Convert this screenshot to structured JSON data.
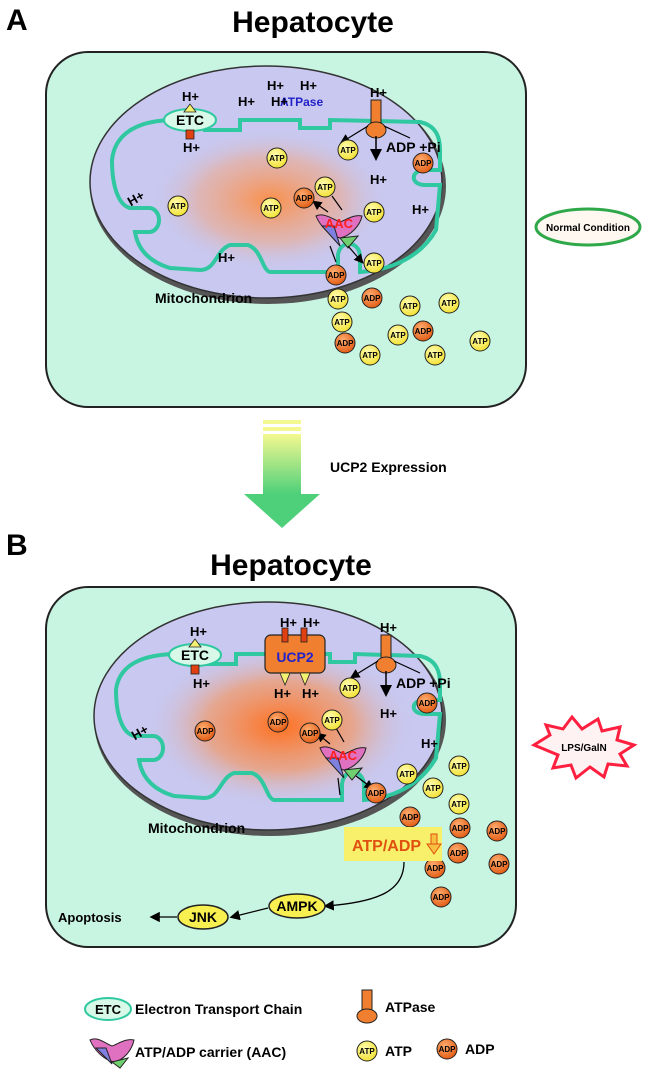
{
  "panelA": {
    "letter": "A",
    "title": "Hepatocyte",
    "condition": "Normal Condition",
    "mito_label": "Mitochondrion",
    "etc": "ETC",
    "atpase": "ATPase",
    "adp_pi": "ADP +Pi",
    "hplus": "H+",
    "aac": "AAC"
  },
  "transition": {
    "label": "UCP2 Expression"
  },
  "panelB": {
    "letter": "B",
    "title": "Hepatocyte",
    "stimulus": "LPS/GalN",
    "mito_label": "Mitochondrion",
    "etc": "ETC",
    "ucp2": "UCP2",
    "adp_pi": "ADP +Pi",
    "hplus": "H+",
    "aac": "AAC",
    "ratio": "ATP/ADP",
    "ampk": "AMPK",
    "jnk": "JNK",
    "apoptosis": "Apoptosis"
  },
  "molecules": {
    "atp": "ATP",
    "adp": "ADP"
  },
  "legend": {
    "etc_icon": "ETC",
    "etc_text": "Electron Transport Chain",
    "atpase_text": "ATPase",
    "aac_text": "ATP/ADP carrier (AAC)",
    "atp_text": "ATP",
    "adp_text": "ADP"
  },
  "colors": {
    "cell_fill": "#c8f4e2",
    "matrix_fill": "#c8c8f0",
    "membrane": "#2fc8a0",
    "atp_fill": "#f8f050",
    "adp_fill": "#e86820",
    "arrow_green": "#58d060",
    "ratio_bg": "#f8f06a",
    "star_fill": "#ff2040"
  }
}
